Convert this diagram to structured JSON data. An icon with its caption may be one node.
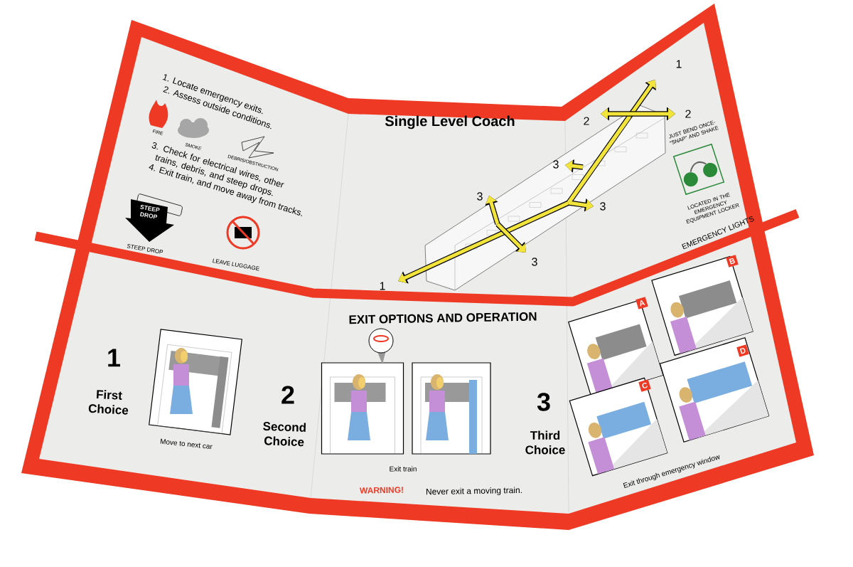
{
  "diagram": {
    "title": "Single Level Coach",
    "labels": [
      "1. Locate emergency exits.",
      "2. Assess outside conditions.",
      "FIRE",
      "SMOKE",
      "DEBRIS/OBSTRUCTION",
      "3. Check for electrical wires, other trains, debris, and steep drops.",
      "4. Exit train, and move away from tracks.",
      "STEEP DROP",
      "STEEP DROP",
      "LEAVE LUGGAGE",
      "1",
      "2",
      "2",
      "3",
      "3",
      "3",
      "3",
      "1",
      "JUST BEND ONCE- “SNAP” AND SHAKE",
      "LOCATED IN THE EMERGENCY EQUIPMENT LOCKER",
      "EMERGENCY LIGHTS",
      "EXIT OPTIONS AND OPERATION",
      "1",
      "First Choice",
      "Move to next car",
      "2",
      "Second Choice",
      "Exit train",
      "3",
      "Third Choice",
      "A",
      "B",
      "C",
      "D",
      "Exit through emergency window",
      "WARNING!",
      "Never exit a moving train."
    ]
  }
}
